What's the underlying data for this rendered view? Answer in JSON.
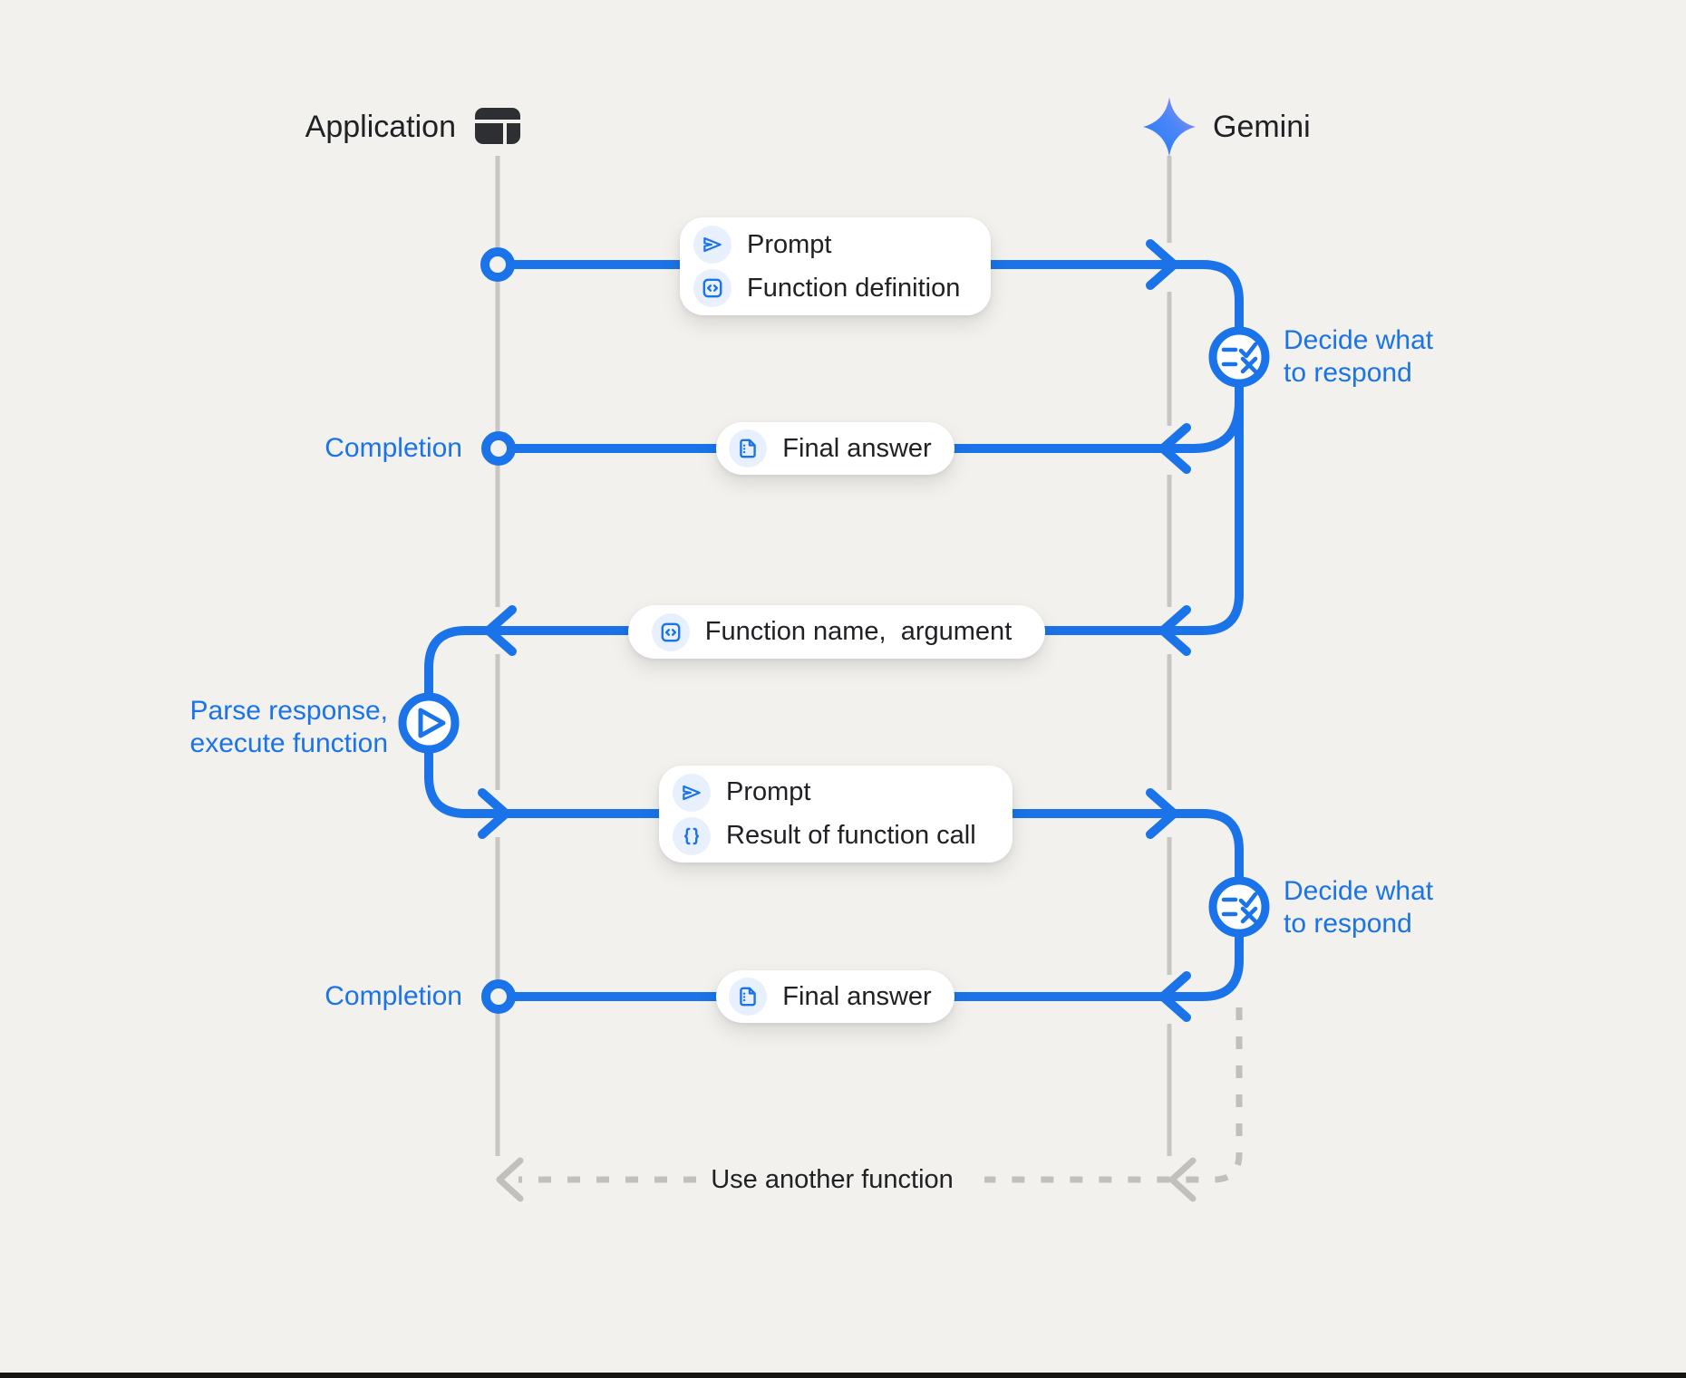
{
  "colors": {
    "accent_blue": "#1a73e8",
    "icon_bg": "#e8f0fe",
    "text_dark": "#202124",
    "lifeline_gray": "#c8c6c2",
    "dash_gray": "#c2c0bc",
    "page_bg": "#f2f1ed",
    "box_bg": "#ffffff",
    "app_icon_fill": "#2e2f32",
    "star_gradient_start": "#2379f8",
    "star_gradient_end": "#a98ff3"
  },
  "actors": {
    "application": {
      "label": "Application",
      "icon": "app-window-icon"
    },
    "gemini": {
      "label": "Gemini",
      "icon": "gemini-star-icon"
    }
  },
  "labels": {
    "application": "Application",
    "gemini": "Gemini",
    "prompt": "Prompt",
    "function_definition": "Function definition",
    "decide_line1": "Decide what",
    "decide_line2": "to respond",
    "completion": "Completion",
    "final_answer": "Final answer",
    "function_name_argument": "Function name,  argument",
    "parse_line1": "Parse response,",
    "parse_line2": "execute function",
    "result_of_function_call": "Result of function call",
    "use_another_function": "Use another function"
  },
  "flow": [
    {
      "step": 1,
      "from": "Application",
      "to": "Gemini",
      "message": [
        "Prompt",
        "Function definition"
      ],
      "style": "solid"
    },
    {
      "step": 2,
      "at": "Gemini",
      "action": "Decide what to respond"
    },
    {
      "step": 3,
      "from": "Gemini",
      "to": "Application",
      "message": [
        "Final answer"
      ],
      "end_label": "Completion",
      "style": "solid"
    },
    {
      "step": 4,
      "from": "Gemini",
      "to": "Application",
      "message": [
        "Function name,  argument"
      ],
      "style": "solid"
    },
    {
      "step": 5,
      "at": "Application",
      "action": "Parse response, execute function"
    },
    {
      "step": 6,
      "from": "Application",
      "to": "Gemini",
      "message": [
        "Prompt",
        "Result of function call"
      ],
      "style": "solid"
    },
    {
      "step": 7,
      "at": "Gemini",
      "action": "Decide what to respond"
    },
    {
      "step": 8,
      "from": "Gemini",
      "to": "Application",
      "message": [
        "Final answer"
      ],
      "end_label": "Completion",
      "style": "solid"
    },
    {
      "step": 9,
      "from": "Gemini",
      "to": "Application",
      "message": [
        "Use another function"
      ],
      "style": "dashed-loop"
    }
  ]
}
